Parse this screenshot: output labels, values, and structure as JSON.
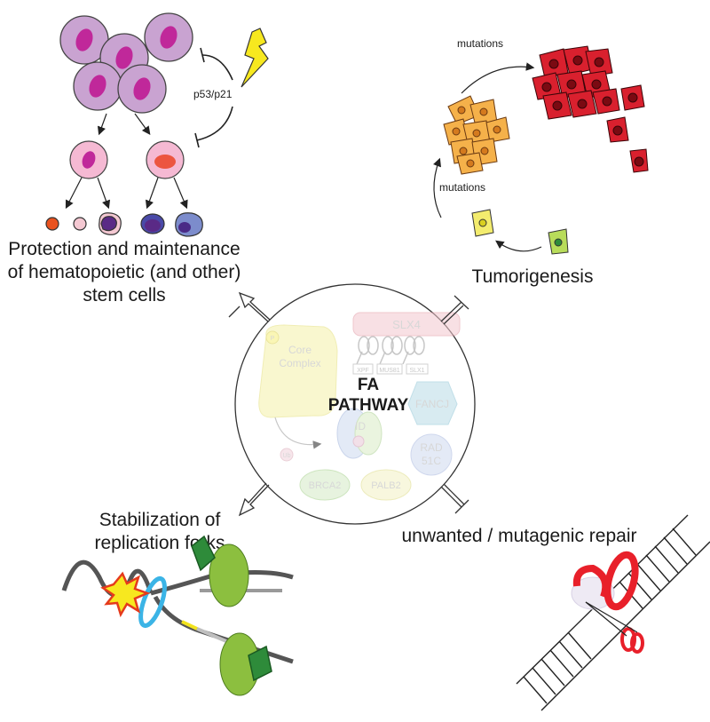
{
  "center": {
    "title_line1": "FA",
    "title_line2": "PATHWAY",
    "components": {
      "slx4": "SLX4",
      "core_complex_line1": "Core",
      "core_complex_line2": "Complex",
      "fancj": "FANCJ",
      "id": "ID",
      "rad51c_line1": "RAD",
      "rad51c_line2": "51C",
      "brca2": "BRCA2",
      "palb2": "PALB2",
      "xpf": "XPF",
      "mus81": "MUS81",
      "slx1": "SLX1",
      "p": "P",
      "ub": "Ub"
    }
  },
  "labels": {
    "protection_line1": "Protection and maintenance",
    "protection_line2": "of hematopoietic (and other)",
    "protection_line3": "stem cells",
    "p53": "p53/p21",
    "tumorigenesis": "Tumorigenesis",
    "mutations_top": "mutations",
    "mutations_left": "mutations",
    "stabilization_line1": "Stabilization of",
    "stabilization_line2": "replication forks",
    "unwanted": "unwanted / mutagenic repair"
  },
  "colors": {
    "stem_cell": "#c9a3d1",
    "stem_nucleus": "#c0289a",
    "tumor_red": "#d9202e",
    "tumor_orange": "#f5b14a",
    "lightning": "#f7e81f",
    "green": "#8cbf3f",
    "dark_green": "#2e8b3a",
    "cyan": "#3bb4e6"
  }
}
